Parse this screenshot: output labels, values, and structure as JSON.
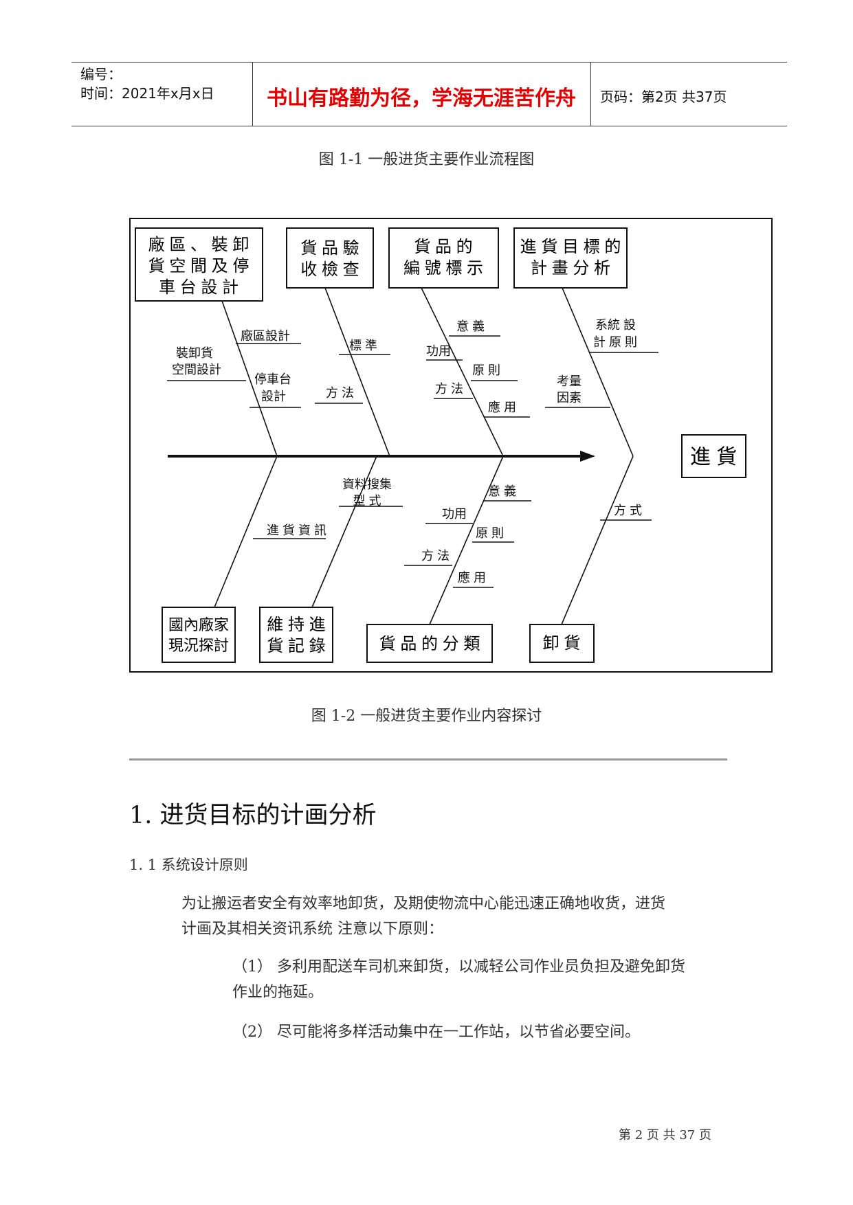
{
  "header": {
    "number_label": "编号：",
    "time_label": "时间：2021年x月x日",
    "motto": "书山有路勤为径，学海无涯苦作舟",
    "page_label": "页码：第2页  共37页"
  },
  "caption1": "图 1-1  一般进货主要作业流程图",
  "caption2": "图 1-2  一般进货主要作业内容探讨",
  "fishbone": {
    "head": "進 貨",
    "top_boxes": [
      {
        "lines": [
          "廠 區 、 裝 卸",
          "貨 空 間 及 停",
          "車 台 設 計"
        ]
      },
      {
        "lines": [
          "貨 品 驗",
          "收 檢 查"
        ]
      },
      {
        "lines": [
          "貨 品 的",
          "編 號 標 示"
        ]
      },
      {
        "lines": [
          "進 貨 目 標 的",
          "計 畫 分 析"
        ]
      }
    ],
    "bottom_boxes": [
      {
        "lines": [
          "國內廠家",
          "現況探討"
        ]
      },
      {
        "lines": [
          "維 持 進",
          "貨 記 錄"
        ]
      },
      {
        "lines": [
          "貨 品 的 分 類"
        ]
      },
      {
        "lines": [
          "卸 貨"
        ]
      }
    ],
    "top_labels": {
      "factory_design": "廠區設計",
      "loading_space_l1": "裝卸貨",
      "loading_space_l2": "空間設計",
      "dock_l1": "停車台",
      "dock_l2": "設計",
      "standard": "標 準",
      "method_a": "方 法",
      "meaning_a": "意 義",
      "function_a": "功用",
      "principle_a": "原 則",
      "method_b": "方 法",
      "application_a": "應 用",
      "sys_design_l1": "系統 設",
      "sys_design_l2": "計 原 則",
      "factor_l1": "考量",
      "factor_l2": "因素"
    },
    "bottom_labels": {
      "data_collect_l1": "資料搜集",
      "data_collect_l2": "型  式",
      "receiving_info": "進 貨 資 訊",
      "meaning_b": "意 義",
      "function_b": "功用",
      "principle_b": "原 則",
      "method_c": "方 法",
      "application_b": "應 用",
      "mode": "方 式"
    }
  },
  "section": {
    "h1": "1.  进货目标的计画分析",
    "h2": "1. 1  系统设计原则",
    "p1_l1": "为让搬运者安全有效率地卸货，及期使物流中心能迅速正确地收货，进货",
    "p1_l2": "计画及其相关资讯系统    注意以下原则：",
    "item1_l1": "（1） 多利用配送车司机来卸货，以减轻公司作业员负担及避免卸货",
    "item1_l2": "作业的拖延。",
    "item2": "（2） 尽可能将多样活动集中在一工作站，以节省必要空间。"
  },
  "footer": "第 2 页 共 37 页"
}
